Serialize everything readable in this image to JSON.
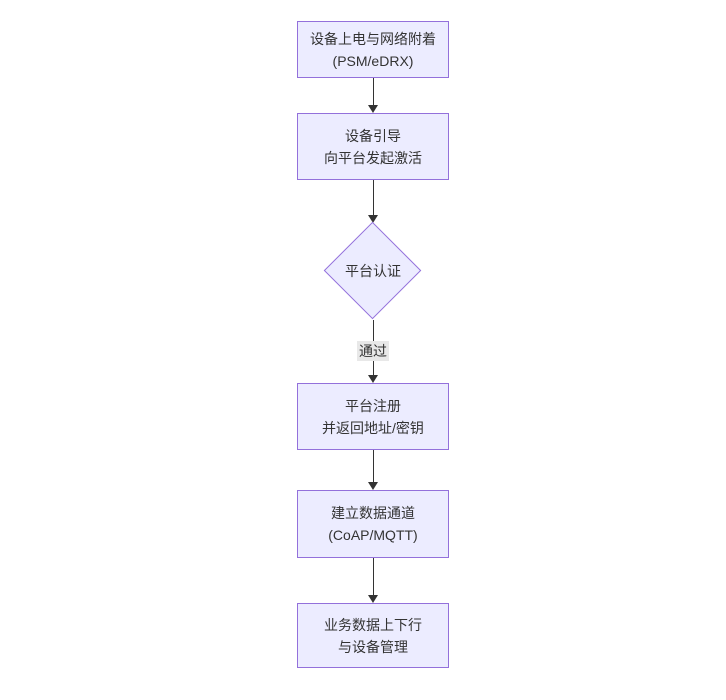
{
  "diagram": {
    "type": "flowchart",
    "direction": "top-down",
    "nodes": {
      "power": {
        "line1": "设备上电与网络附着",
        "line2": "(PSM/eDRX)"
      },
      "bootstrap": {
        "line1": "设备引导",
        "line2": "向平台发起激活"
      },
      "auth": {
        "label": "平台认证"
      },
      "register": {
        "line1": "平台注册",
        "line2": "并返回地址/密钥"
      },
      "channel": {
        "line1": "建立数据通道",
        "line2": "(CoAP/MQTT)"
      },
      "business": {
        "line1": "业务数据上下行",
        "line2": "与设备管理"
      }
    },
    "edges": {
      "auth_pass_label": "通过"
    },
    "colors": {
      "node_fill": "#ECECFF",
      "node_border": "#9370DB",
      "text": "#333333",
      "arrow": "#333333",
      "edge_label_bg": "#E8E8E8",
      "background": "#FFFFFF"
    }
  }
}
